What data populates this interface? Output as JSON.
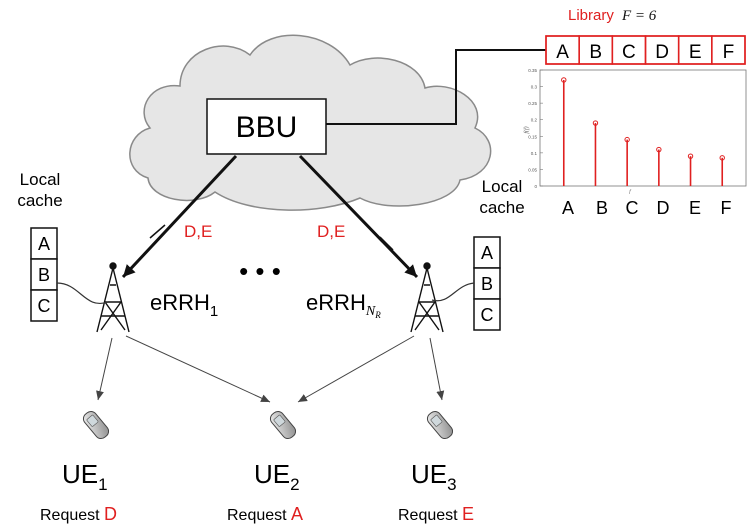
{
  "library": {
    "title": "Library",
    "param": "F = 6",
    "items": [
      "A",
      "B",
      "C",
      "D",
      "E",
      "F"
    ],
    "accent": "#e02020"
  },
  "bbu": {
    "label": "BBU"
  },
  "caches": {
    "left": {
      "label_line1": "Local",
      "label_line2": "cache",
      "items": [
        "A",
        "B",
        "C"
      ]
    },
    "right": {
      "label_line1": "Local",
      "label_line2": "cache",
      "items": [
        "A",
        "B",
        "C"
      ]
    }
  },
  "links": {
    "left_delivery": "D,E",
    "right_delivery": "D,E"
  },
  "err": {
    "left": {
      "base": "eRRH",
      "sub": "1"
    },
    "right": {
      "base": "eRRH",
      "sub": "N",
      "sub_sub": "R"
    },
    "ellipsis": "• • •"
  },
  "users": [
    {
      "base": "UE",
      "sub": "1",
      "request_prefix": "Request",
      "request_item": "D"
    },
    {
      "base": "UE",
      "sub": "2",
      "request_prefix": "Request",
      "request_item": "A"
    },
    {
      "base": "UE",
      "sub": "3",
      "request_prefix": "Request",
      "request_item": "E"
    }
  ],
  "chart_data": {
    "type": "bar",
    "categories": [
      "A",
      "B",
      "C",
      "D",
      "E",
      "F"
    ],
    "values": [
      0.32,
      0.19,
      0.14,
      0.11,
      0.09,
      0.085
    ],
    "ylim": [
      0,
      0.35
    ],
    "yticks": [
      "0",
      "0.05",
      "0.1",
      "0.15",
      "0.2",
      "0.25",
      "0.3",
      "0.35"
    ],
    "ylabel": "f(f)",
    "xlabel": "f",
    "color": "#e02020"
  }
}
